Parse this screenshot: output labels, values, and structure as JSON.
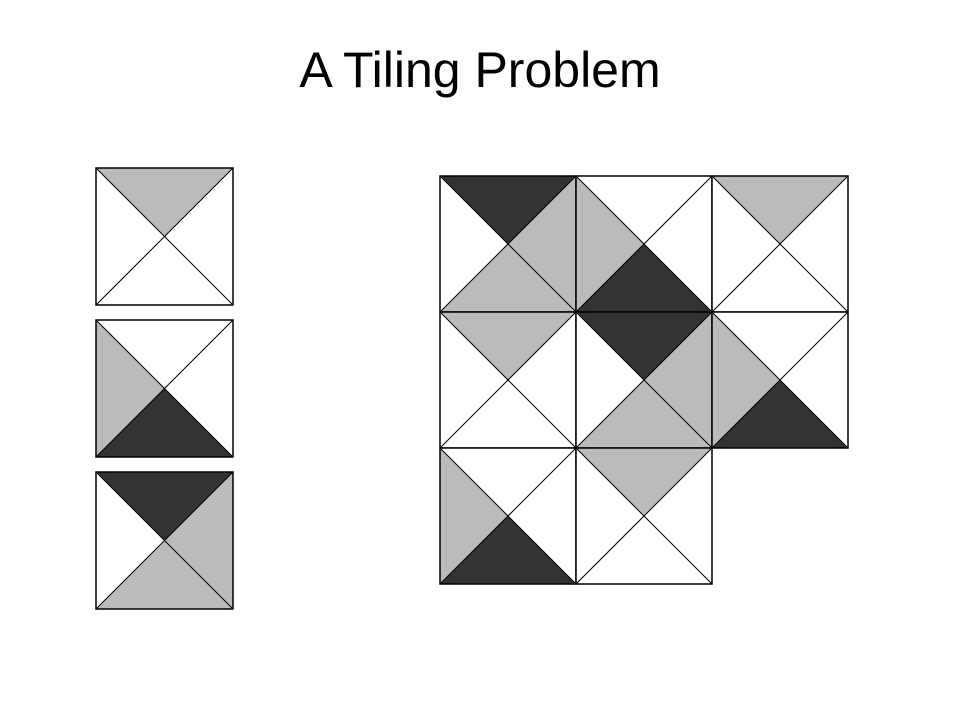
{
  "title": "A Tiling Problem",
  "colors": {
    "white": "#ffffff",
    "gray": "#bbbbbb",
    "dark": "#333333",
    "line": "#000000"
  },
  "tile_types": [
    {
      "name": "tile-type-1",
      "top": "gray",
      "right": "white",
      "bottom": "white",
      "left": "white"
    },
    {
      "name": "tile-type-2",
      "top": "white",
      "right": "white",
      "bottom": "dark",
      "left": "gray"
    },
    {
      "name": "tile-type-3",
      "top": "dark",
      "right": "gray",
      "bottom": "gray",
      "left": "white"
    }
  ],
  "tiling": [
    {
      "row": 0,
      "col": 0,
      "type": 3
    },
    {
      "row": 0,
      "col": 1,
      "type": 2
    },
    {
      "row": 0,
      "col": 2,
      "type": 1
    },
    {
      "row": 1,
      "col": 0,
      "type": 1
    },
    {
      "row": 1,
      "col": 1,
      "type": 3
    },
    {
      "row": 1,
      "col": 2,
      "type": 2
    },
    {
      "row": 2,
      "col": 0,
      "type": 2
    },
    {
      "row": 2,
      "col": 1,
      "type": 1
    }
  ]
}
